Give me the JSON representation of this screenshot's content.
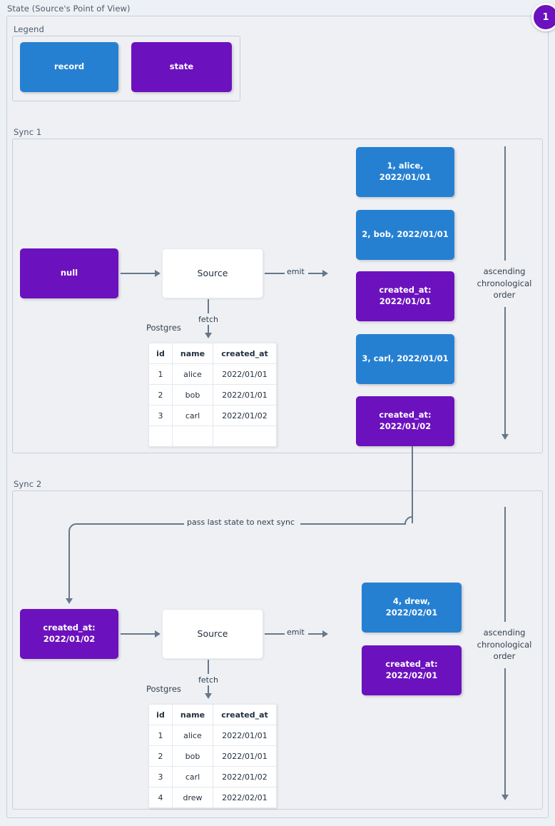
{
  "page": {
    "title": "State (Source's Point of View)",
    "badge": "1"
  },
  "legend": {
    "label": "Legend",
    "items": [
      {
        "label": "record",
        "color": "#2680d2",
        "kind": "record"
      },
      {
        "label": "state",
        "color": "#6c11be",
        "kind": "state"
      }
    ]
  },
  "sync1": {
    "label": "Sync 1",
    "state_in": "null",
    "source_label": "Source",
    "fetch_label": "fetch",
    "emit_label": "emit",
    "postgres_label": "Postgres",
    "table": {
      "columns": [
        "id",
        "name",
        "created_at"
      ],
      "rows": [
        [
          "1",
          "alice",
          "2022/01/01"
        ],
        [
          "2",
          "bob",
          "2022/01/01"
        ],
        [
          "3",
          "carl",
          "2022/01/02"
        ],
        [
          "",
          "",
          ""
        ]
      ]
    },
    "emitted": [
      {
        "kind": "record",
        "line1": "1, alice, 2022/01/01",
        "line2": ""
      },
      {
        "kind": "record",
        "line1": "2, bob, 2022/01/01",
        "line2": ""
      },
      {
        "kind": "state",
        "line1": "created_at:",
        "line2": "2022/01/01"
      },
      {
        "kind": "record",
        "line1": "3, carl, 2022/01/01",
        "line2": ""
      },
      {
        "kind": "state",
        "line1": "created_at:",
        "line2": "2022/01/02"
      }
    ],
    "order_note": "ascending\nchronological\norder",
    "order_note_lines": [
      "ascending",
      "chronological",
      "order"
    ]
  },
  "handoff": {
    "label": "pass last state to next sync"
  },
  "sync2": {
    "label": "Sync 2",
    "state_in_line1": "created_at:",
    "state_in_line2": "2022/01/02",
    "source_label": "Source",
    "fetch_label": "fetch",
    "emit_label": "emit",
    "postgres_label": "Postgres",
    "table": {
      "columns": [
        "id",
        "name",
        "created_at"
      ],
      "rows": [
        [
          "1",
          "alice",
          "2022/01/01"
        ],
        [
          "2",
          "bob",
          "2022/01/01"
        ],
        [
          "3",
          "carl",
          "2022/01/02"
        ],
        [
          "4",
          "drew",
          "2022/02/01"
        ]
      ]
    },
    "emitted": [
      {
        "kind": "record",
        "line1": "4, drew, 2022/02/01",
        "line2": ""
      },
      {
        "kind": "state",
        "line1": "created_at:",
        "line2": "2022/02/01"
      }
    ],
    "order_note_lines": [
      "ascending",
      "chronological",
      "order"
    ]
  },
  "colors": {
    "record": "#2680d2",
    "state": "#6c11be",
    "edge": "#66788a",
    "background": "#edf0f4",
    "frame": "#c6d0dc"
  }
}
